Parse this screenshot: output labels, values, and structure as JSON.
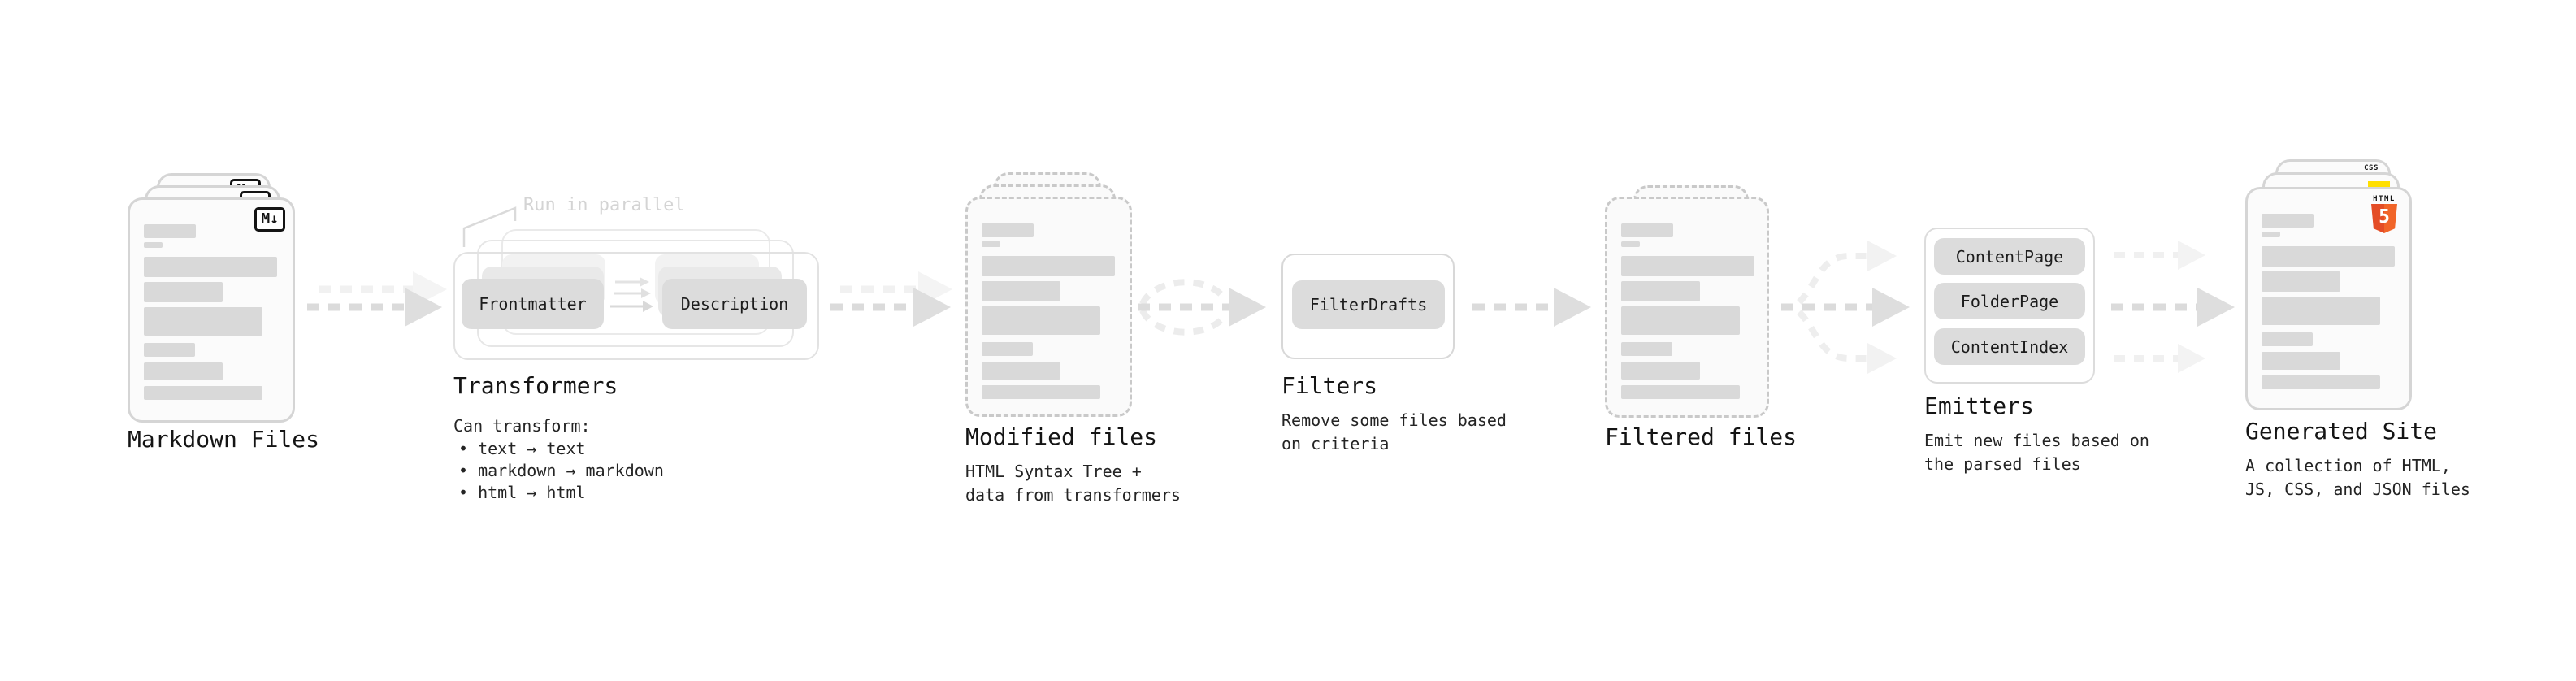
{
  "nodes": {
    "markdown_files": {
      "label": "Markdown Files",
      "file_badge": "M↓"
    },
    "transformers": {
      "label": "Transformers",
      "parallel_note": "Run in parallel",
      "transformer_left": "Frontmatter",
      "transformer_right": "Description",
      "sub_title": "Can transform:",
      "bullets": [
        "• text → text",
        "• markdown → markdown",
        "• html → html"
      ]
    },
    "modified_files": {
      "label": "Modified files",
      "sub_lines": [
        "HTML Syntax Tree +",
        "data from transformers"
      ]
    },
    "filters": {
      "label": "Filters",
      "filter_button": "FilterDrafts",
      "sub_lines": [
        "Remove some files based",
        "on criteria"
      ]
    },
    "filtered_files": {
      "label": "Filtered files"
    },
    "emitters": {
      "label": "Emitters",
      "emitter_buttons": [
        "ContentPage",
        "FolderPage",
        "ContentIndex"
      ],
      "sub_lines": [
        "Emit new files based on",
        "the parsed files"
      ]
    },
    "generated_site": {
      "label": "Generated Site",
      "sub_lines": [
        "A collection of HTML,",
        "JS, CSS, and JSON files"
      ],
      "html5_badge_top": "HTML",
      "html5_badge_number": "5",
      "css_badge": "CSS"
    }
  },
  "colors": {
    "background": "#ffffff",
    "card_fill": "#fbfbfb",
    "card_border": "#d5d5d5",
    "dashed_card_border": "#c9c9c9",
    "placeholder_bar": "#d9d9d9",
    "chip_fill": "#dcdcdc",
    "arrow_main": "#dbdbdb",
    "arrow_ghost": "#f0f0f0",
    "text_primary": "#141414",
    "note_muted": "#d4d4d4",
    "html5_orange": "#e44d26",
    "js_yellow": "#ffdf00",
    "css_blue": "#2b5ce0"
  }
}
